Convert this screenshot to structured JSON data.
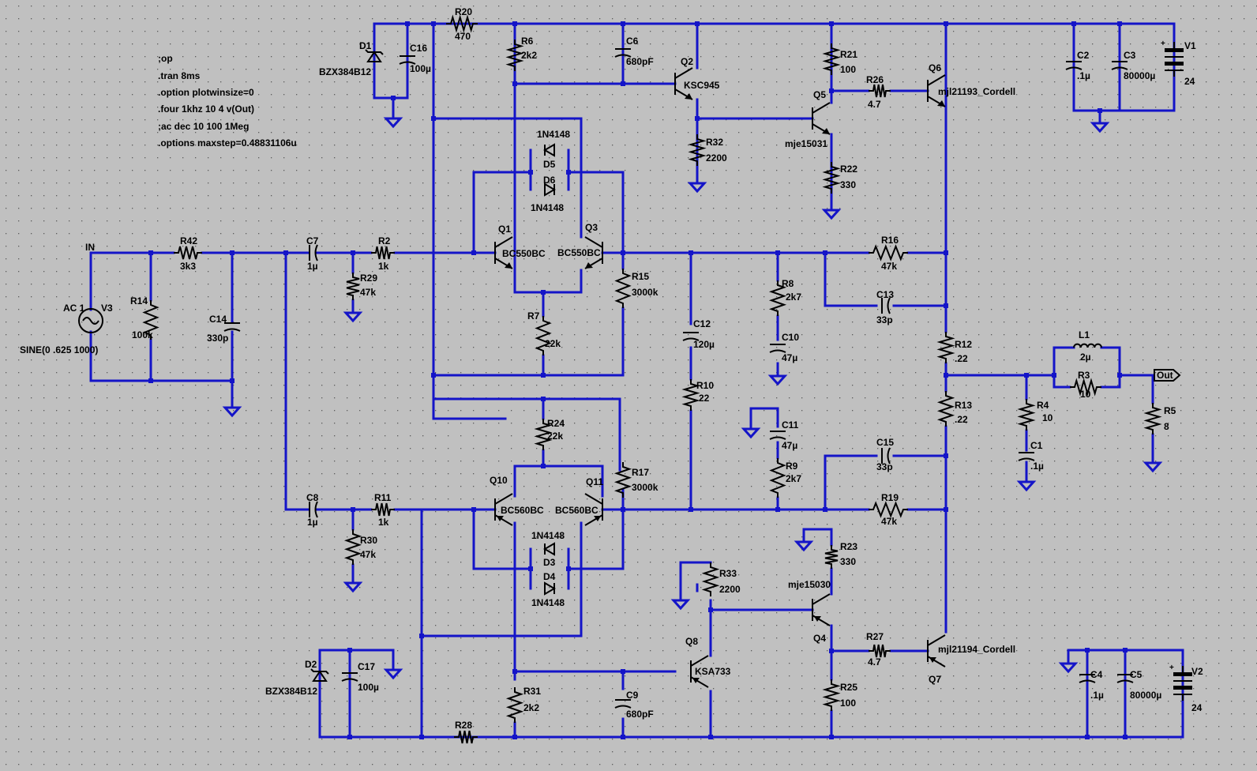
{
  "colors": {
    "background": "#c0c0c0",
    "wire": "#1414c8",
    "component": "#000000",
    "grid_dot": "#5a5a5a"
  },
  "directives": [
    ";op",
    ".tran 8ms",
    ".option plotwinsize=0",
    ".four 1khz 10 4 v(Out)",
    ";ac dec 10 100 1Meg",
    ".options maxstep=0.48831106u"
  ],
  "nets": {
    "in": "IN",
    "out": "Out"
  },
  "source": {
    "name": "V3",
    "type_label": "AC 1",
    "value": "SINE(0 .625 1000)"
  },
  "parts": {
    "R42": {
      "name": "R42",
      "value": "3k3"
    },
    "R14": {
      "name": "R14",
      "value": "100k"
    },
    "C14": {
      "name": "C14",
      "value": "330p"
    },
    "C7": {
      "name": "C7",
      "value": "1µ"
    },
    "R2": {
      "name": "R2",
      "value": "1k"
    },
    "R29": {
      "name": "R29",
      "value": "47k"
    },
    "C8": {
      "name": "C8",
      "value": "1µ"
    },
    "R11": {
      "name": "R11",
      "value": "1k"
    },
    "R30": {
      "name": "R30",
      "value": "47k"
    },
    "R20": {
      "name": "R20",
      "value": "470"
    },
    "D1": {
      "name": "D1",
      "value": "BZX384B12"
    },
    "C16": {
      "name": "C16",
      "value": "100µ"
    },
    "R6": {
      "name": "R6",
      "value": "2k2"
    },
    "C6": {
      "name": "C6",
      "value": "680pF"
    },
    "Q2": {
      "name": "Q2",
      "value": "KSC945"
    },
    "R32": {
      "name": "R32",
      "value": "2200"
    },
    "R21": {
      "name": "R21",
      "value": "100"
    },
    "Q5": {
      "name": "Q5",
      "value": "mje15031"
    },
    "R22": {
      "name": "R22",
      "value": "330"
    },
    "R26": {
      "name": "R26",
      "value": "4.7"
    },
    "Q6": {
      "name": "Q6",
      "value": "mjl21193_Cordell"
    },
    "C2": {
      "name": "C2",
      "value": ".1µ"
    },
    "C3": {
      "name": "C3",
      "value": "80000µ"
    },
    "V1": {
      "name": "V1",
      "value": "24"
    },
    "D5": {
      "name": "D5",
      "value": "1N4148"
    },
    "D6": {
      "name": "D6",
      "value": "1N4148"
    },
    "Q1": {
      "name": "Q1",
      "value": "BC550BC"
    },
    "Q3": {
      "name": "Q3",
      "value": "BC550BC"
    },
    "R7": {
      "name": "R7",
      "value": "22k"
    },
    "R15": {
      "name": "R15",
      "value": "3000k"
    },
    "C12": {
      "name": "C12",
      "value": "120µ"
    },
    "R10": {
      "name": "R10",
      "value": "22"
    },
    "R8": {
      "name": "R8",
      "value": "2k7"
    },
    "C10": {
      "name": "C10",
      "value": "47µ"
    },
    "R16": {
      "name": "R16",
      "value": "47k"
    },
    "C13": {
      "name": "C13",
      "value": "33p"
    },
    "R12": {
      "name": "R12",
      "value": ".22"
    },
    "R13": {
      "name": "R13",
      "value": ".22"
    },
    "L1": {
      "name": "L1",
      "value": "2µ"
    },
    "R3": {
      "name": "R3",
      "value": "10"
    },
    "R4": {
      "name": "R4",
      "value": "10"
    },
    "C1": {
      "name": "C1",
      "value": ".1µ"
    },
    "R5": {
      "name": "R5",
      "value": "8"
    },
    "R24": {
      "name": "R24",
      "value": "22k"
    },
    "Q10": {
      "name": "Q10",
      "value": "BC560BC"
    },
    "Q11": {
      "name": "Q11",
      "value": "BC560BC"
    },
    "R17": {
      "name": "R17",
      "value": "3000k"
    },
    "C11": {
      "name": "C11",
      "value": "47µ"
    },
    "R9": {
      "name": "R9",
      "value": "2k7"
    },
    "C15": {
      "name": "C15",
      "value": "33p"
    },
    "R19": {
      "name": "R19",
      "value": "47k"
    },
    "D3": {
      "name": "D3",
      "value": "1N4148"
    },
    "D4": {
      "name": "D4",
      "value": "1N4148"
    },
    "R23": {
      "name": "R23",
      "value": "330"
    },
    "R33": {
      "name": "R33",
      "value": "2200"
    },
    "Q4": {
      "name": "Q4",
      "value": "mje15030"
    },
    "Q8": {
      "name": "Q8",
      "value": "KSA733"
    },
    "R27": {
      "name": "R27",
      "value": "4.7"
    },
    "Q7": {
      "name": "Q7",
      "value": "mjl21194_Cordell"
    },
    "R25": {
      "name": "R25",
      "value": "100"
    },
    "C4": {
      "name": "C4",
      "value": ".1µ"
    },
    "C5": {
      "name": "C5",
      "value": "80000µ"
    },
    "V2": {
      "name": "V2",
      "value": "24"
    },
    "D2": {
      "name": "D2",
      "value": "BZX384B12"
    },
    "C17": {
      "name": "C17",
      "value": "100µ"
    },
    "R31": {
      "name": "R31",
      "value": "2k2"
    },
    "C9": {
      "name": "C9",
      "value": "680pF"
    },
    "R28": {
      "name": "R28",
      "value": ""
    }
  }
}
